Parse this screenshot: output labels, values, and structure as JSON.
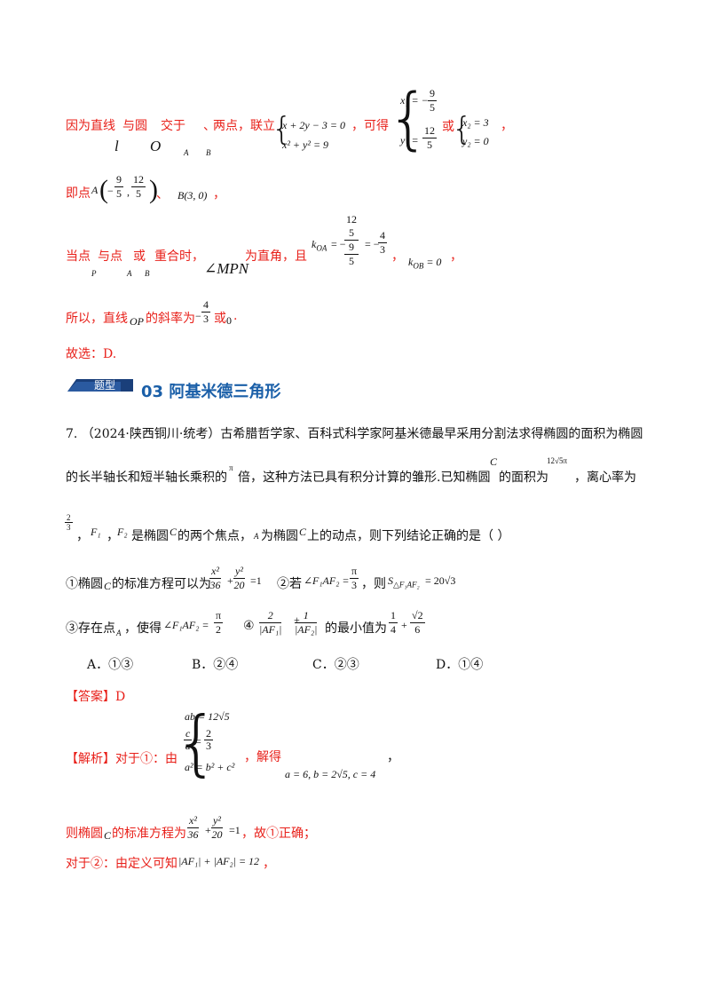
{
  "line1": {
    "text_a": "因为直线",
    "text_b": "与圆",
    "text_c": "交于",
    "text_d": "、",
    "text_e": "两点，联立",
    "sub_l": "l",
    "sub_o": "O",
    "sub_a": "A",
    "sub_b": "B",
    "sys_row1": "x + 2y − 3 = 0",
    "sys_row2": "x² + y² = 9",
    "text_f": "，可得",
    "x1_label": "x₁ = −",
    "x1_num": "9",
    "x1_den": "5",
    "y1_label": "y₁ =",
    "y1_num": "12",
    "y1_den": "5",
    "text_or": "或",
    "x2": "x₂ = 3",
    "y2": "y₂ = 0",
    "comma": "，"
  },
  "line2": {
    "text_a": "即点",
    "a_label": "A",
    "a_num1": "9",
    "a_den1": "5",
    "a_num2": "12",
    "a_den2": "5",
    "text_sep": "、",
    "b_point": "B(3, 0)",
    "comma": "，"
  },
  "line3": {
    "text_a": "当点",
    "text_b": "与点",
    "text_c": "或",
    "text_d": "重合时，",
    "sub_p": "P",
    "sub_a": "A",
    "sub_b": "B",
    "angle": "∠MPN",
    "text_e": "为直角，且",
    "koa": "k",
    "koa_sub": "OA",
    "koa_eq": "= −",
    "koa_n1": "12",
    "koa_n2": "5",
    "koa_d1": "9",
    "koa_d2": "5",
    "koa_eq2": "= −",
    "koa_rn": "4",
    "koa_rd": "3",
    "comma1": "，",
    "kob": "k",
    "kob_sub": "OB",
    "kob_eq": "= 0",
    "comma2": "，"
  },
  "line4": {
    "text_a": "所以，直线",
    "op": "OP",
    "text_b": "的斜率为",
    "neg": "−",
    "num": "4",
    "den": "3",
    "text_c": "或",
    "zero": "0",
    "dot": "."
  },
  "line5": {
    "text": "故选：D."
  },
  "section": {
    "badge": "题型",
    "title": "03  阿基米德三角形"
  },
  "q7": {
    "l1": "7.  （2024·陕西铜川·统考）古希腊哲学家、百科式科学家阿基米德最早采用分割法求得椭圆的面积为椭圆",
    "l2a": "的长半轴长和短半轴长乘积的",
    "pi": "π",
    "l2b": "倍，这种方法已具有积分计算的雏形.已知椭圆",
    "c": "C",
    "l2c": "的面积为",
    "area": "12√5π",
    "l2d": "，离心率为",
    "e_num": "2",
    "e_den": "3",
    "l3a": "，",
    "f1": "F₁",
    "sep": "，",
    "f2": "F₂",
    "l3b": "是椭圆",
    "c2": "C",
    "l3c": "的两个焦点，",
    "a": "A",
    "l3d": "为椭圆",
    "c3": "C",
    "l3e": "上的动点，则下列结论正确的是（    ）"
  },
  "opts": {
    "o1a": "①椭圆",
    "o1c": "C",
    "o1b": "的标准方程可以为",
    "x2": "x²",
    "d36": "36",
    "plus": "+",
    "y2": "y²",
    "d20": "20",
    "eq1": "=1",
    "o2a": "②若",
    "ang": "∠F₁AF₂ =",
    "pi": "π",
    "d3": "3",
    "o2b": "，则",
    "s": "S",
    "s_sub": "△F₁AF₂",
    "s_val": "= 20√3",
    "o3a": "③存在点",
    "o3A": "A",
    "o3b": "，使得",
    "ang3": "∠F₁AF₂ =",
    "pi3": "π",
    "d2": "2",
    "o4a": "④",
    "f4n1": "2",
    "f4d1": "|AF₁|",
    "f4plus": "+",
    "f4n2": "1",
    "f4d2": "|AF₂|",
    "o4b": "的最小值为",
    "r_n1": "1",
    "r_d1": "4",
    "r_plus": "+",
    "r_n2": "√2",
    "r_d2": "6"
  },
  "choices": {
    "a": "A．①③",
    "b": "B．②④",
    "c": "C．②③",
    "d": "D．①④"
  },
  "answer": {
    "text": "【答案】D"
  },
  "analysis": {
    "head": "【解析】对于①：由",
    "row1": "ab = 12√5",
    "row2_n": "c",
    "row2_d": "a",
    "row2_eq": "=",
    "row2_rn": "2",
    "row2_rd": "3",
    "row3": "a² = b² + c²",
    "solve": "，解得",
    "result": "a = 6, b = 2√5, c = 4",
    "comma": "，"
  },
  "then1": {
    "text_a": "则椭圆",
    "c": "C",
    "text_b": "的标准方程为",
    "x2": "x²",
    "d36": "36",
    "plus": "+",
    "y2": "y²",
    "d20": "20",
    "eq": "=1",
    "text_c": "，故①正确；"
  },
  "then2": {
    "text_a": "对于②：由定义可知",
    "expr": "|AF₁| + |AF₂| = 12",
    "comma": "，"
  }
}
